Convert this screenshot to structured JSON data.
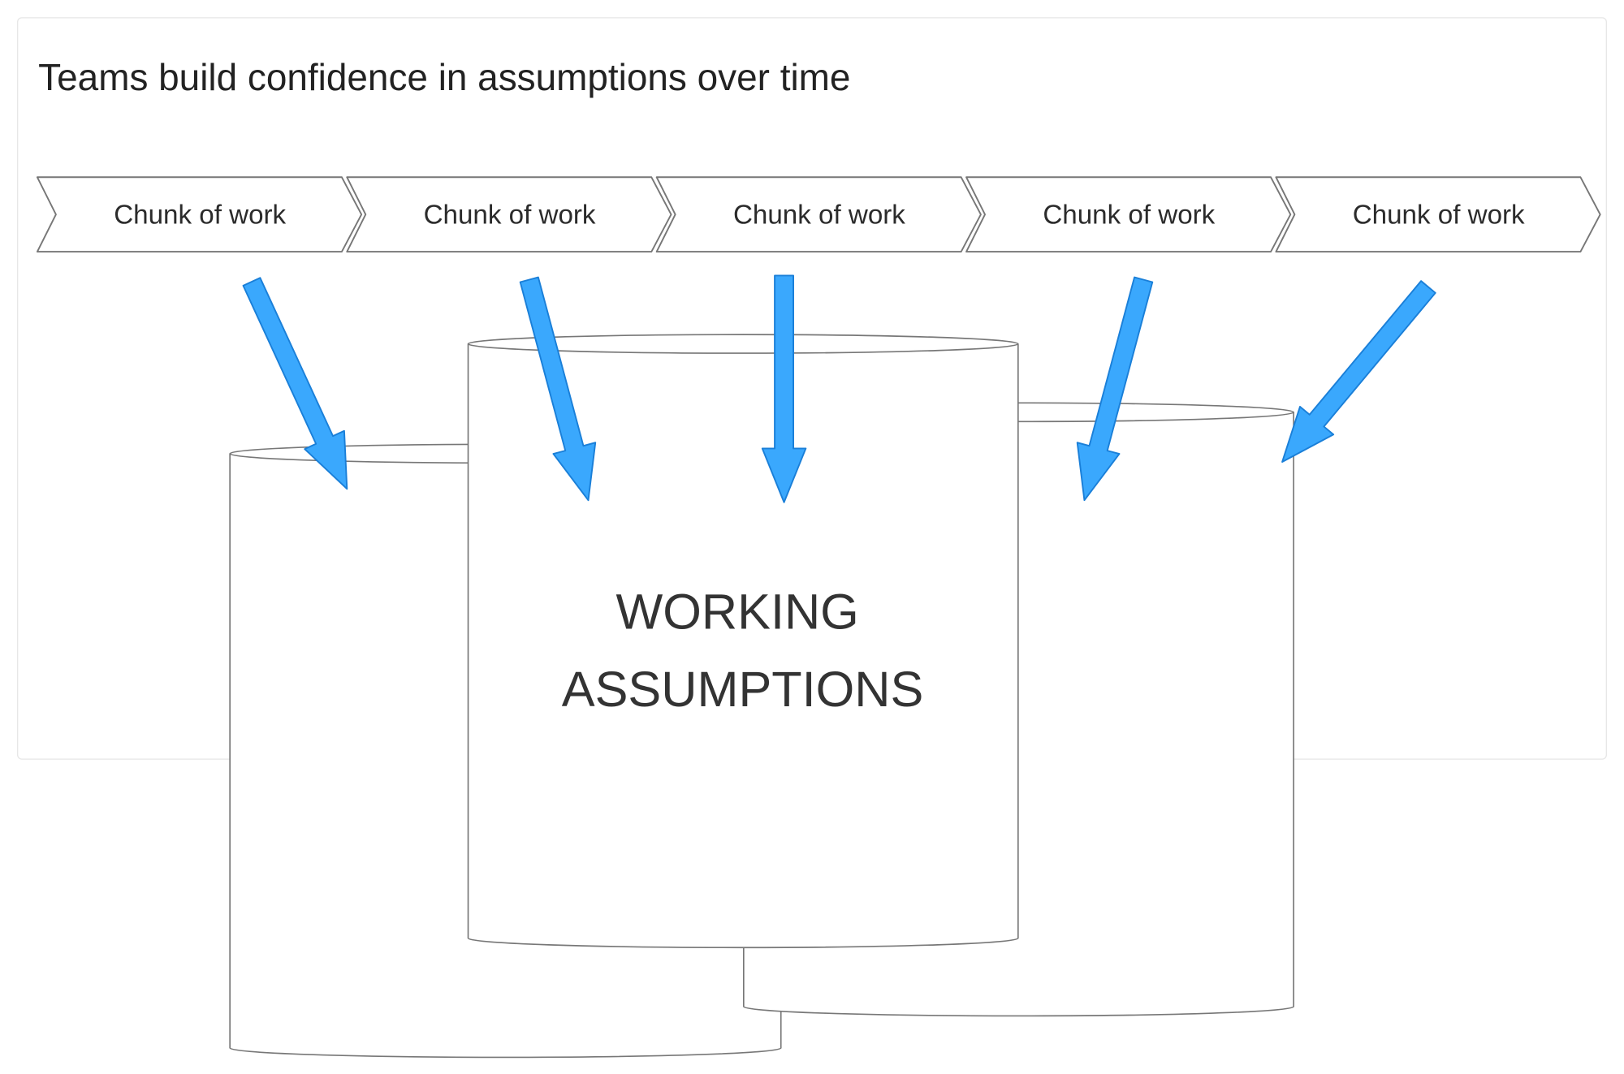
{
  "title": "Teams build confidence in assumptions over time",
  "chunks": [
    {
      "label": "Chunk of work"
    },
    {
      "label": "Chunk of work"
    },
    {
      "label": "Chunk of work"
    },
    {
      "label": "Chunk of work"
    },
    {
      "label": "Chunk of work"
    }
  ],
  "store": {
    "line1": "WORKING",
    "line2": "ASSUMPTIONS"
  },
  "colors": {
    "arrow_fill": "#3aa8fd",
    "arrow_stroke": "#1a7fd8",
    "outline": "#777777",
    "card_border": "#e6e6e6"
  }
}
